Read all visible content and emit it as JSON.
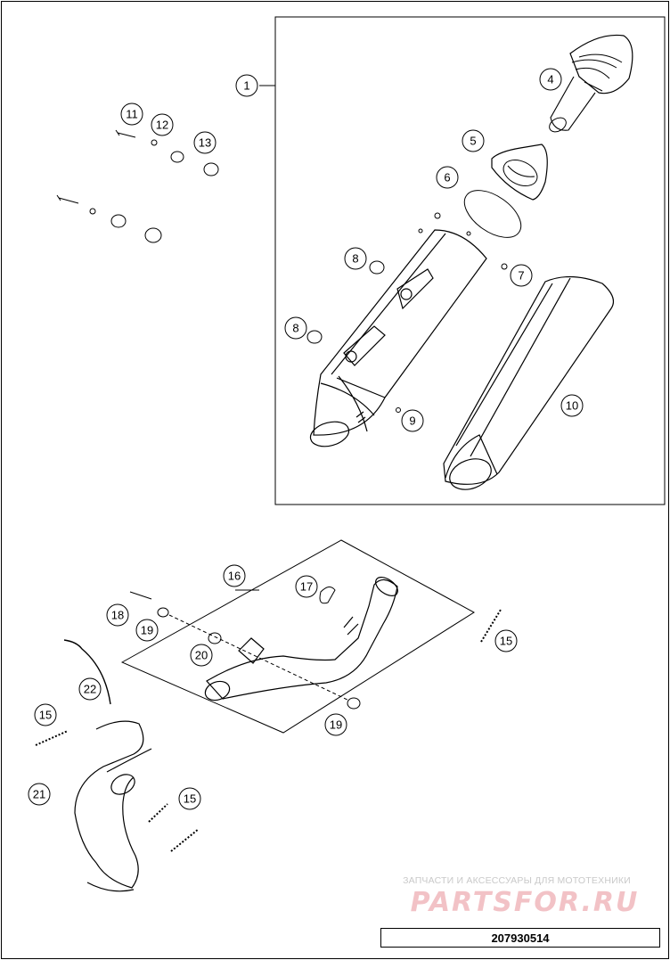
{
  "diagram": {
    "reference_number": "207930514",
    "watermark": {
      "line1": "ЗАПЧАСТИ И АКСЕССУАРЫ ДЛЯ МОТОТЕХНИКИ",
      "line2": "PARTSFOR.RU"
    },
    "callouts": [
      "1",
      "4",
      "5",
      "6",
      "7",
      "8",
      "8",
      "9",
      "10",
      "11",
      "12",
      "13",
      "15",
      "15",
      "15",
      "16",
      "17",
      "18",
      "19",
      "19",
      "20",
      "21",
      "22"
    ]
  },
  "colors": {
    "line": "#000000",
    "background": "#ffffff",
    "watermark_text": "#c9c9c9",
    "watermark_logo": "#f2c2c6"
  }
}
